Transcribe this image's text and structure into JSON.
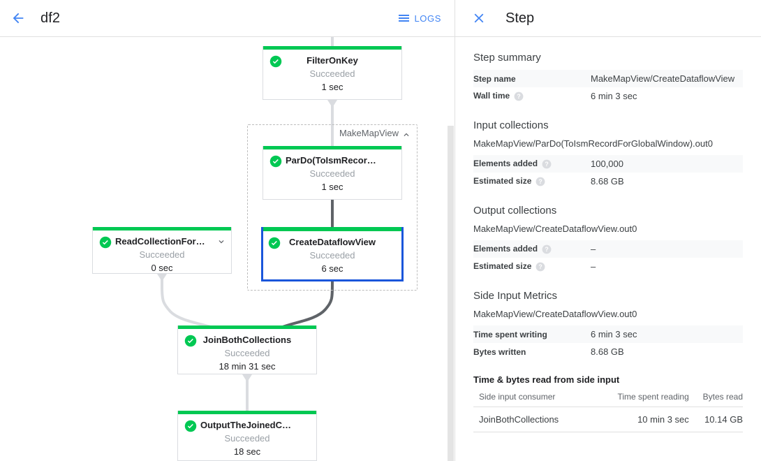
{
  "toolbar": {
    "back_icon": "arrow-left-icon",
    "job_title": "df2",
    "logs_label": "LOGS",
    "logs_icon": "list-icon"
  },
  "graph": {
    "group": {
      "label": "MakeMapView",
      "collapse_icon": "chevron-up-icon"
    },
    "nodes": [
      {
        "id": "FilterOnKey",
        "title": "FilterOnKey",
        "status": "Succeeded",
        "time": "1 sec",
        "selected": false,
        "status_icon": "check-circle-icon",
        "expand_icon": null
      },
      {
        "id": "ParDoToIsmRecord",
        "title": "ParDo(ToIsmRecordFor…",
        "status": "Succeeded",
        "time": "1 sec",
        "selected": false,
        "status_icon": "check-circle-icon",
        "expand_icon": null
      },
      {
        "id": "CreateDataflowView",
        "title": "CreateDataflowView",
        "status": "Succeeded",
        "time": "6 sec",
        "selected": true,
        "status_icon": "check-circle-icon",
        "expand_icon": null
      },
      {
        "id": "ReadCollectionForJoin",
        "title": "ReadCollectionForJoin",
        "status": "Succeeded",
        "time": "0 sec",
        "selected": false,
        "status_icon": "check-circle-icon",
        "expand_icon": "chevron-down-icon"
      },
      {
        "id": "JoinBothCollections",
        "title": "JoinBothCollections",
        "status": "Succeeded",
        "time": "18 min 31 sec",
        "selected": false,
        "status_icon": "check-circle-icon",
        "expand_icon": null
      },
      {
        "id": "OutputTheJoinedCollection",
        "title": "OutputTheJoinedCollec…",
        "status": "Succeeded",
        "time": "18 sec",
        "selected": false,
        "status_icon": "check-circle-icon",
        "expand_icon": null
      }
    ],
    "colors": {
      "success_bar": "#00c853",
      "selected_border": "#1a56db",
      "edge_light": "#dadce0",
      "edge_bold": "#5f6368"
    }
  },
  "details": {
    "close_icon": "close-icon",
    "title": "Step",
    "step_summary": {
      "heading": "Step summary",
      "rows": [
        {
          "label": "Step name",
          "value": "MakeMapView/CreateDataflowView",
          "help": false
        },
        {
          "label": "Wall time",
          "value": "6 min 3 sec",
          "help": true
        }
      ]
    },
    "input_collections": {
      "heading": "Input collections",
      "collection": "MakeMapView/ParDo(ToIsmRecordForGlobalWindow).out0",
      "rows": [
        {
          "label": "Elements added",
          "value": "100,000",
          "help": true
        },
        {
          "label": "Estimated size",
          "value": "8.68 GB",
          "help": true
        }
      ]
    },
    "output_collections": {
      "heading": "Output collections",
      "collection": "MakeMapView/CreateDataflowView.out0",
      "rows": [
        {
          "label": "Elements added",
          "value": "–",
          "help": true
        },
        {
          "label": "Estimated size",
          "value": "–",
          "help": true
        }
      ]
    },
    "side_input_metrics": {
      "heading": "Side Input Metrics",
      "collection": "MakeMapView/CreateDataflowView.out0",
      "rows": [
        {
          "label": "Time spent writing",
          "value": "6 min 3 sec",
          "help": false
        },
        {
          "label": "Bytes written",
          "value": "8.68 GB",
          "help": false
        }
      ],
      "subsection_title": "Time & bytes read from side input",
      "columns": [
        "Side input consumer",
        "Time spent reading",
        "Bytes read"
      ],
      "rows_table": [
        {
          "consumer": "JoinBothCollections",
          "time_spent_reading": "10 min 3 sec",
          "bytes_read": "10.14 GB"
        }
      ]
    }
  }
}
